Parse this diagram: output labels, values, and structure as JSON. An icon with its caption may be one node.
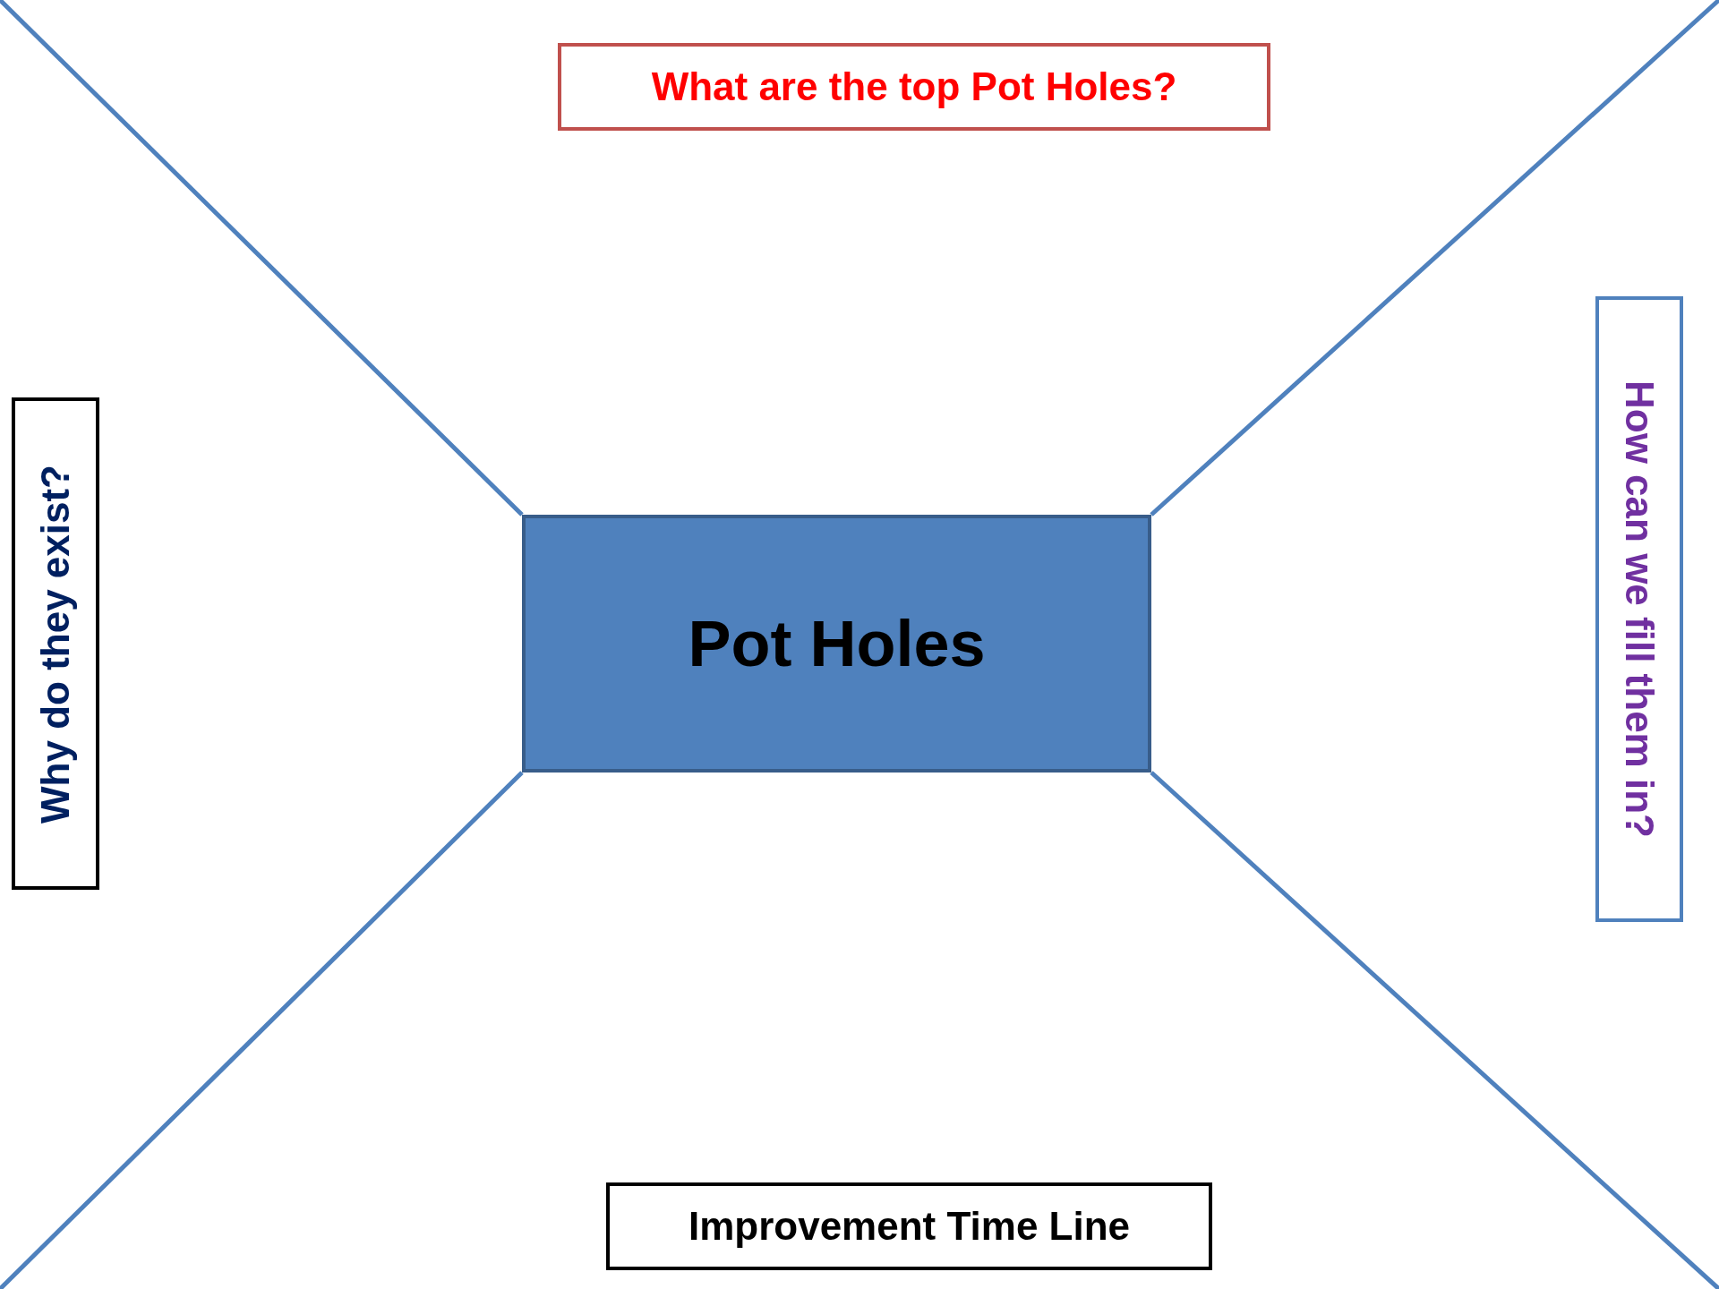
{
  "diagram": {
    "nodes": [
      {
        "text": [
          "What are the top Pot Holes?"
        ]
      },
      {
        "text": [
          "Why do they exist?"
        ]
      },
      {
        "text": [
          "Pot Holes"
        ]
      },
      {
        "text": [
          "How can we fill them in?"
        ]
      },
      {
        "text": [
          "Improvement Time Line"
        ]
      }
    ]
  }
}
